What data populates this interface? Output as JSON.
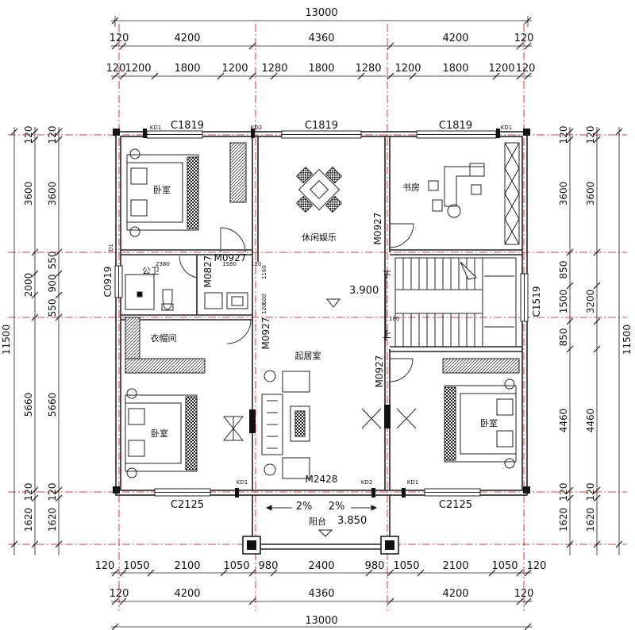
{
  "dims": {
    "top_overall": "13000",
    "top_axis": [
      "120",
      "4200",
      "4360",
      "4200",
      "120"
    ],
    "top_detail": [
      "120",
      "1200",
      "1800",
      "1200",
      "1280",
      "1800",
      "1280",
      "1200",
      "1800",
      "1200",
      "120"
    ],
    "bottom_detail": [
      "120",
      "1050",
      "2100",
      "1050",
      "980",
      "2400",
      "980",
      "1050",
      "2100",
      "1050",
      "120"
    ],
    "bottom_axis": [
      "120",
      "4200",
      "4360",
      "4200",
      "120"
    ],
    "bottom_overall": "13000",
    "left_overall": "11500",
    "left_axis": [
      "120",
      "3600",
      "2000",
      "5660",
      "120",
      "1620"
    ],
    "left_detail": [
      "120",
      "3600",
      "550",
      "900",
      "550",
      "5660",
      "120",
      "1620"
    ],
    "right_overall": "11500",
    "right_axis": [
      "120",
      "3600",
      "3200",
      "4460",
      "120",
      "1620"
    ],
    "right_detail": [
      "120",
      "3600",
      "850",
      "1500",
      "850",
      "4460",
      "120",
      "1620"
    ]
  },
  "windows": {
    "c1819_a": "C1819",
    "c1819_b": "C1819",
    "c1819_c": "C1819",
    "c2125_a": "C2125",
    "c2125_b": "C2125",
    "c1519": "C1519",
    "c0919": "C0919",
    "kd1_a": "KD1",
    "kd2_a": "KD2",
    "kd1_b": "KD1",
    "kd1_c": "KD1",
    "kd2_b": "KD2",
    "kd1_d": "KD1",
    "d1": "D1"
  },
  "doors": {
    "m0927_a": "M0927",
    "m0927_b": "M0927",
    "m0927_c": "M0927",
    "m0927_d": "M0927",
    "m0827": "M0827",
    "m2428": "M2428"
  },
  "rooms": {
    "bedroom_nw": "卧室",
    "leisure": "休闲娱乐",
    "study": "书房",
    "bathroom": "公卫",
    "wardrobe": "衣帽间",
    "living": "起居室",
    "bedroom_sw": "卧室",
    "bedroom_se": "卧室",
    "balcony": "阳台"
  },
  "notes": {
    "elev_floor": "3.900",
    "elev_balcony": "3.850",
    "slope_left": "2%",
    "slope_right": "2%",
    "stair_down": "下",
    "stair_up": "上",
    "stair_180": "180",
    "n2380": "2380",
    "n1580": "1580",
    "n120_a": "120",
    "n120_b": "120",
    "n1160": "1160",
    "n600": "600",
    "n180": "180"
  },
  "colors": {
    "wall": "#222222",
    "axis": "#d40000",
    "dim_line": "#1a1a1a",
    "hatch": "#444444"
  }
}
